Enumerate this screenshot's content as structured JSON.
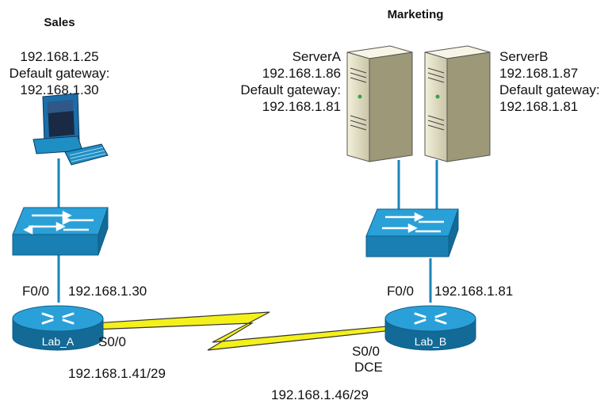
{
  "sales": {
    "title": "Sales",
    "host_ip": "192.168.1.25",
    "gateway_label": "Default gateway:",
    "gateway_ip": "192.168.1.30"
  },
  "marketing": {
    "title": "Marketing",
    "server_a": {
      "name": "ServerA",
      "ip": "192.168.1.86",
      "gateway_label": "Default gateway:",
      "gateway_ip": "192.168.1.81"
    },
    "server_b": {
      "name": "ServerB",
      "ip": "192.168.1.87",
      "gateway_label": "Default gateway:",
      "gateway_ip": "192.168.1.81"
    }
  },
  "router_a": {
    "name": "Lab_A",
    "f0_label": "F0/0",
    "f0_ip": "192.168.1.30",
    "s0_label": "S0/0",
    "s0_ip": "192.168.1.41/29"
  },
  "router_b": {
    "name": "Lab_B",
    "f0_label": "F0/0",
    "f0_ip": "192.168.1.81",
    "s0_label": "S0/0",
    "dce_label": "DCE",
    "s0_ip": "192.168.1.46/29"
  },
  "colors": {
    "device_blue": "#1f8ec4",
    "device_dark": "#0f5f8a",
    "serial_link": "#f4f01a",
    "server_body": "#e8e4c8"
  }
}
